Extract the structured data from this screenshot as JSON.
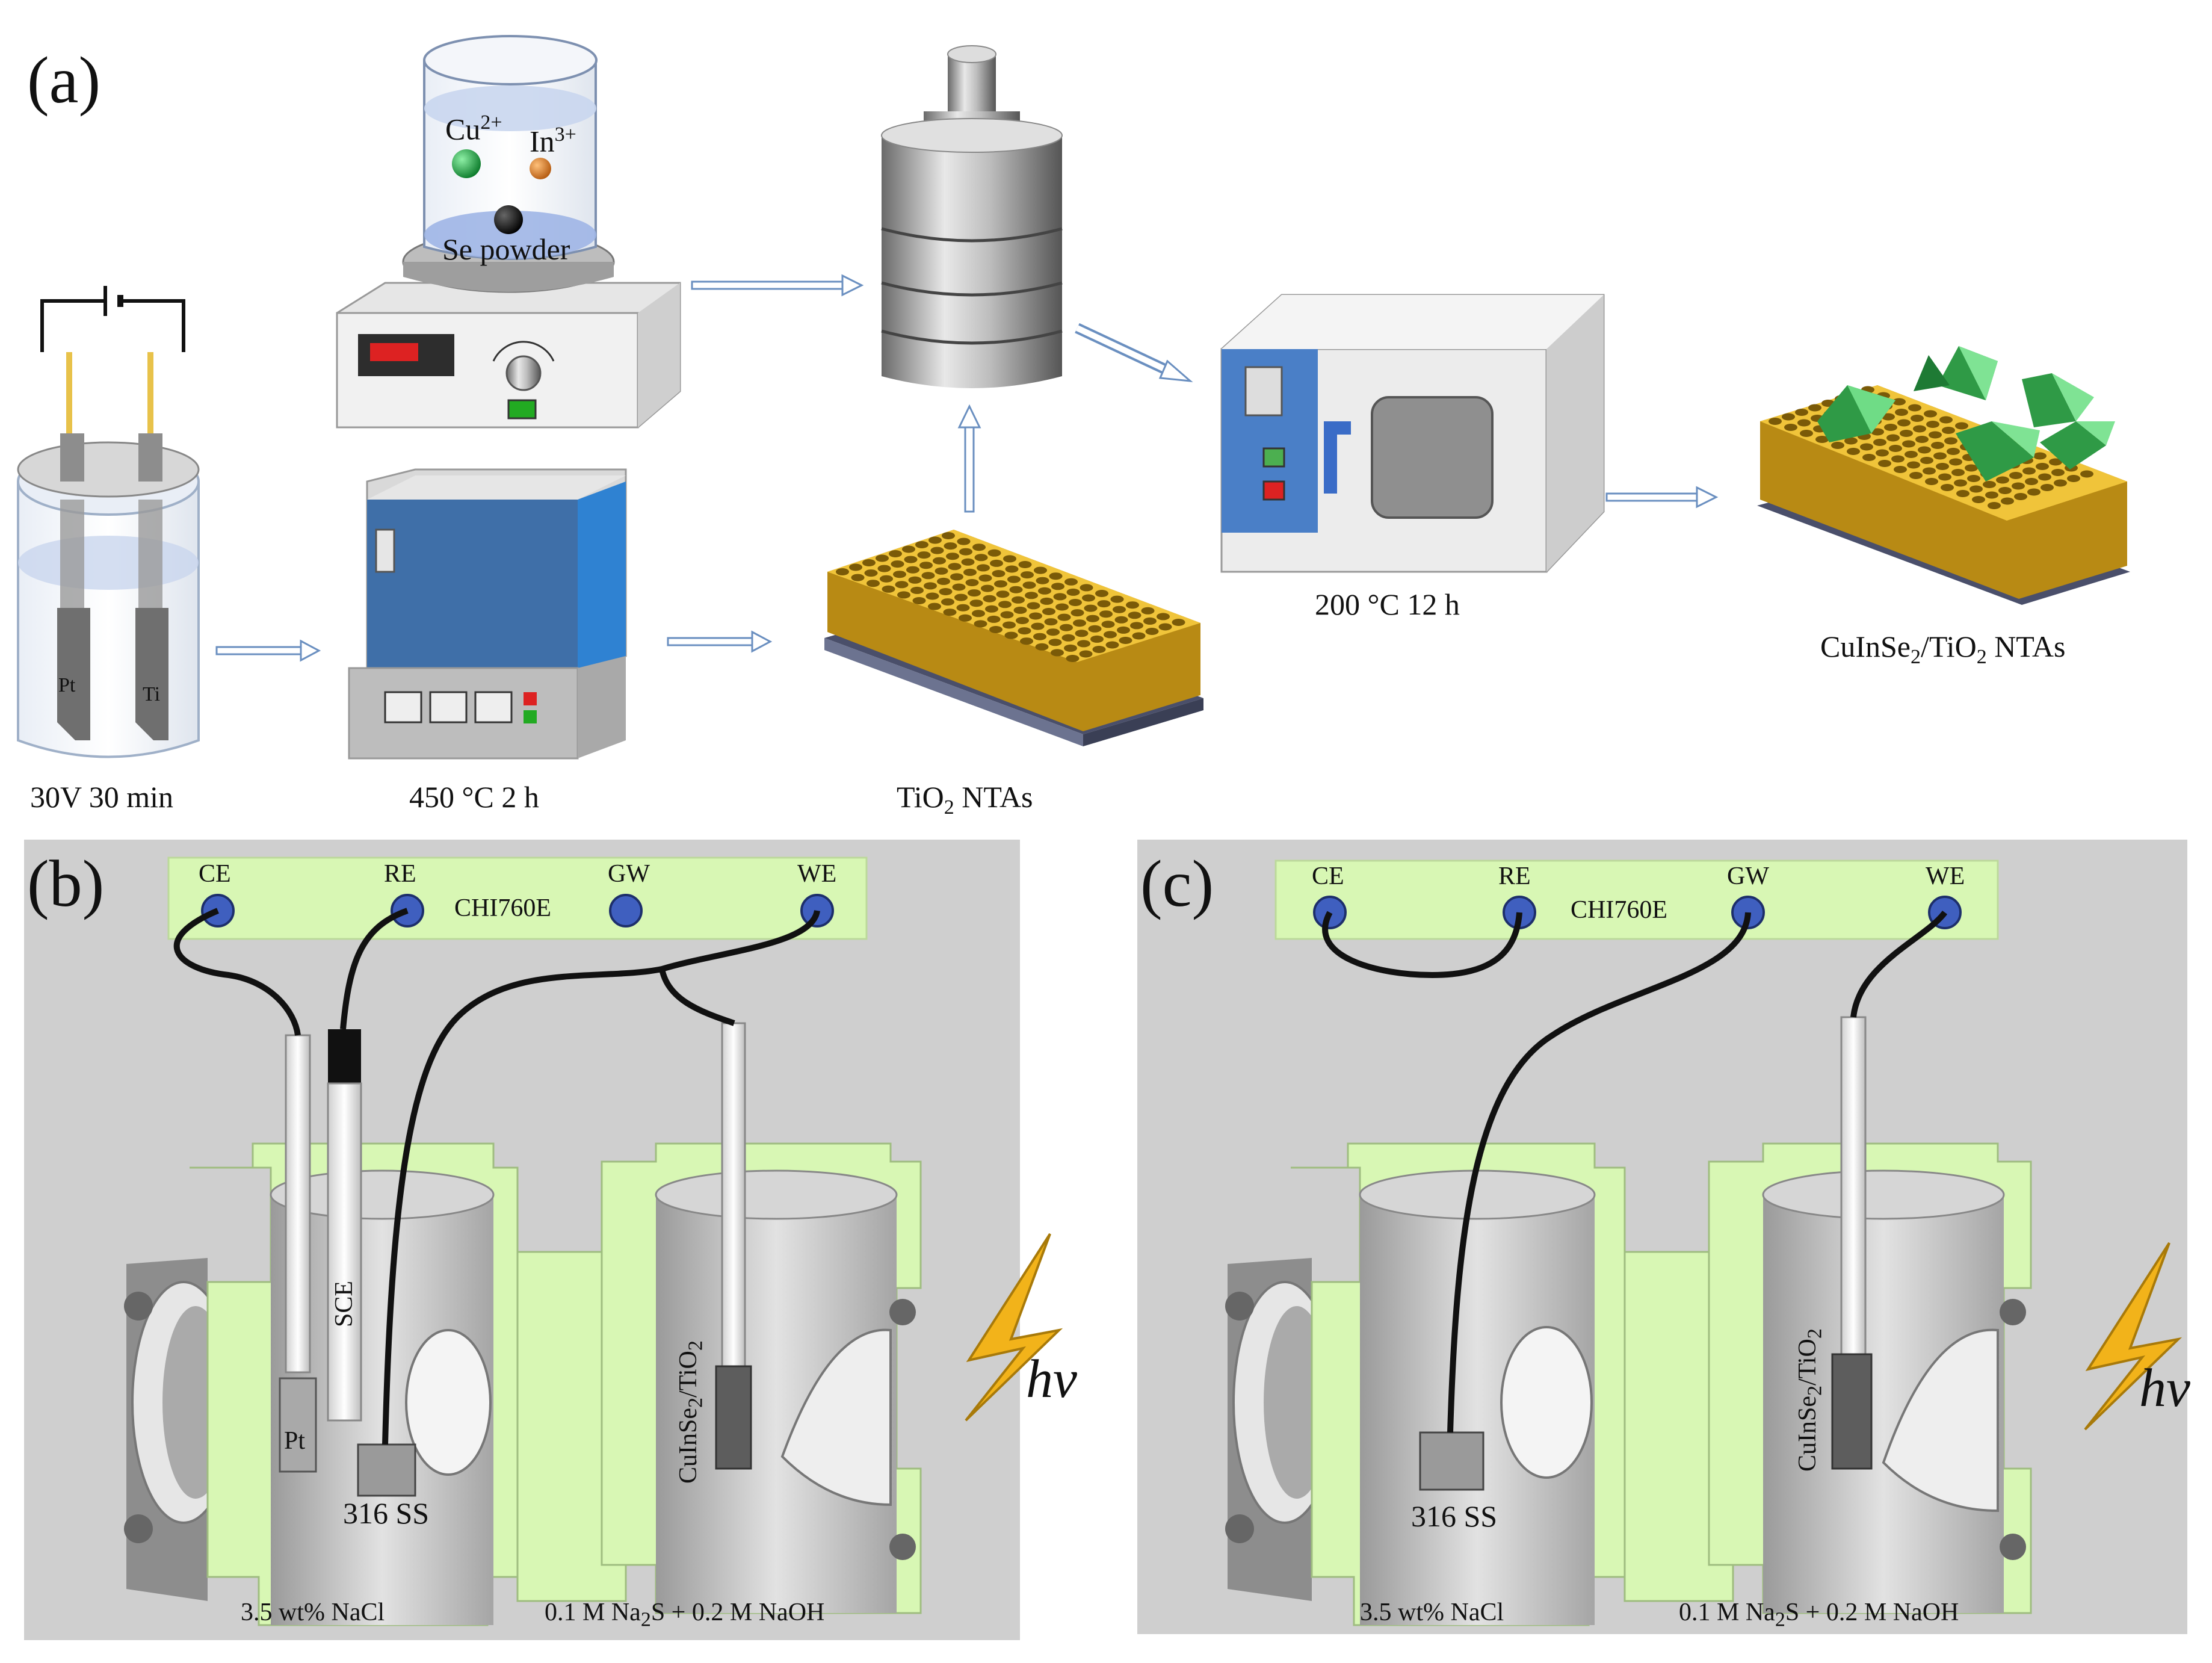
{
  "panels": {
    "a": {
      "letter": "(a)",
      "anodize": {
        "condition": "30V  30 min",
        "pt_label": "Pt",
        "ti_label": "Ti"
      },
      "anneal": {
        "condition": "450 °C  2 h"
      },
      "stirrer": {
        "cu_ion": "Cu",
        "cu_charge": "2+",
        "in_ion": "In",
        "in_charge": "3+",
        "se_label": "Se powder"
      },
      "tio2_ntas": {
        "label_main": "TiO",
        "label_sub": "2",
        "label_tail": " NTAs"
      },
      "oven": {
        "condition": "200 °C  12 h"
      },
      "product": {
        "part1": "CuInSe",
        "sub1": "2",
        "part2": "/TiO",
        "sub2": "2",
        "part3": " NTAs"
      }
    },
    "b": {
      "letter": "(b)",
      "station": "CHI760E",
      "terminals": [
        "CE",
        "RE",
        "GW",
        "WE"
      ],
      "sce_label": "SCE",
      "pt_label": "Pt",
      "ss_label": "316 SS",
      "electrode": {
        "part1": "CuInSe",
        "sub1": "2",
        "part2": "/TiO",
        "sub2": "2"
      },
      "left_electrolyte": "3.5 wt% NaCl",
      "right_electrolyte": {
        "p1": "0.1 M Na",
        "sub": "2",
        "p2": "S + 0.2 M NaOH"
      },
      "light": "hv"
    },
    "c": {
      "letter": "(c)",
      "station": "CHI760E",
      "terminals": [
        "CE",
        "RE",
        "GW",
        "WE"
      ],
      "ss_label": "316 SS",
      "electrode": {
        "part1": "CuInSe",
        "sub1": "2",
        "part2": "/TiO",
        "sub2": "2"
      },
      "left_electrolyte": "3.5  wt% NaCl",
      "right_electrolyte": {
        "p1": "0.1 M Na",
        "sub": "2",
        "p2": "S + 0.2 M NaOH"
      },
      "light": "hv"
    }
  },
  "colors": {
    "green_cell": "#d8f7b4",
    "panel_bg": "#cfcfcf",
    "terminal_blue": "#3f5fbf",
    "nanotube_gold": "#d4a017",
    "crystal_green": "#2f9a46",
    "lightning": "#f2b31a",
    "oven_blue": "#4a7fc7",
    "furnace_blue": "#3f6fa8"
  }
}
